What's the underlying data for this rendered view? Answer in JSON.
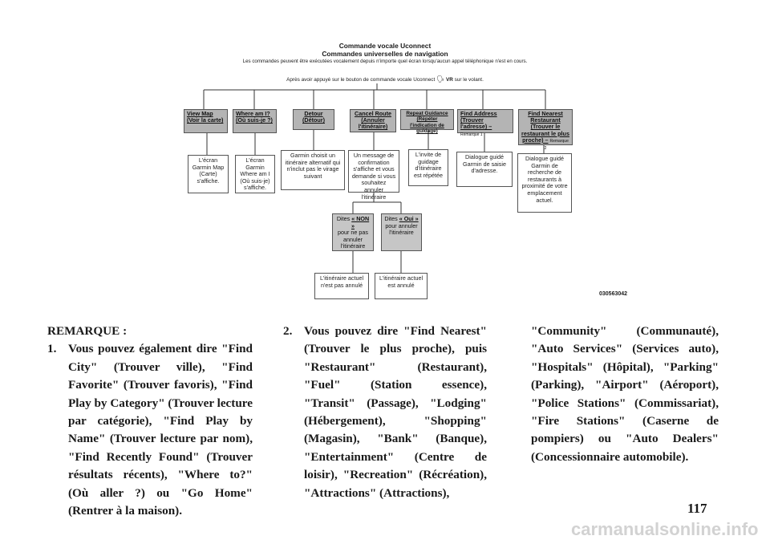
{
  "diagram": {
    "title": "Commande vocale Uconnect",
    "subtitle": "Commandes universelles de navigation",
    "description": "Les commandes peuvent être exécutées vocalement depuis n'importe quel écran lorsqu'aucun appel téléphonique n'est en cours.",
    "instruction_before": "Après avoir appuyé sur le bouton de commande vocale Uconnect",
    "instruction_vr": "VR",
    "instruction_after": "sur le volant.",
    "commands": [
      {
        "label_en": "View Map",
        "label_fr": "(Voir la carte)",
        "result": "L'écran Garmin Map (Carte) s'affiche."
      },
      {
        "label_en": "Where am I?",
        "label_fr": "(Où suis-je ?)",
        "result": "L'écran Garmin Where am I (Où suis-je) s'affiche."
      },
      {
        "label_en": "Detour",
        "label_fr": "(Détour)",
        "result": "Garmin choisit un itinéraire alternatif qui n'inclut pas le virage suivant"
      },
      {
        "label_en": "Cancel Route",
        "label_fr": "(Annuler l'itinéraire)",
        "result": "Un message de confirmation s'affiche et vous demande si vous souhaitez annuler l'itinéraire"
      },
      {
        "label_en": "Repeat Guidance",
        "label_fr": "(Répéter l'indication de guidage)",
        "result": "L'invite de guidage d'itinéraire est répétée"
      },
      {
        "label_en": "Find Address",
        "label_fr": "(Trouver l'adresse) –",
        "remark": "Remarque 1",
        "result": "Dialogue guidé Garmin de saisie d'adresse."
      },
      {
        "label_en": "Find Nearest Restaurant",
        "label_fr": "(Trouver le restaurant le plus proche) –",
        "remark": "Remarque 2",
        "result": "Dialogue guidé Garmin de recherche de restaurants à proximité de votre emplacement actuel."
      }
    ],
    "options": [
      {
        "prefix": "Dites",
        "keyword": "« NON »",
        "text": "pour ne pas annuler l'itinéraire",
        "result": "L'itinéraire actuel n'est pas annulé"
      },
      {
        "prefix": "Dites",
        "keyword": "« Oui »",
        "text": "pour annuler l'itinéraire",
        "result": "L'itinéraire actuel est annulé"
      }
    ],
    "figure_code": "030563042"
  },
  "text": {
    "remark_heading": "REMARQUE :",
    "note1_num": "1.",
    "note1": "Vous pouvez également dire \"Find City\" (Trouver ville), \"Find Favorite\" (Trouver favoris), \"Find Play by Category\" (Trouver lecture par catégorie), \"Find Play by Name\" (Trouver lecture par nom), \"Find Recently Found\" (Trouver résultats récents), \"Where to?\" (Où aller ?) ou \"Go Home\" (Rentrer à la maison).",
    "note2_num": "2.",
    "note2_part1": "Vous pouvez dire \"Find Nearest\" (Trouver le plus proche), puis \"Restaurant\" (Restaurant), \"Fuel\" (Station essence), \"Transit\" (Passage), \"Lodging\" (Hébergement), \"Shopping\" (Magasin), \"Bank\" (Banque), \"Entertainment\" (Centre de loisir), \"Recreation\" (Récréation), \"Attractions\" (Attractions),",
    "note2_part2": "\"Community\" (Communauté), \"Auto Services\" (Services auto), \"Hospitals\" (Hôpital), \"Parking\" (Parking), \"Airport\" (Aéroport), \"Police Stations\" (Commissariat), \"Fire Stations\" (Caserne de pompiers) ou \"Auto Dealers\" (Concessionnaire automobile).",
    "page_number": "117",
    "watermark": "carmanualsonline.info"
  },
  "colors": {
    "command_fill": "#b4b4b4",
    "option_fill": "#c6c6c6",
    "border": "#555555"
  }
}
